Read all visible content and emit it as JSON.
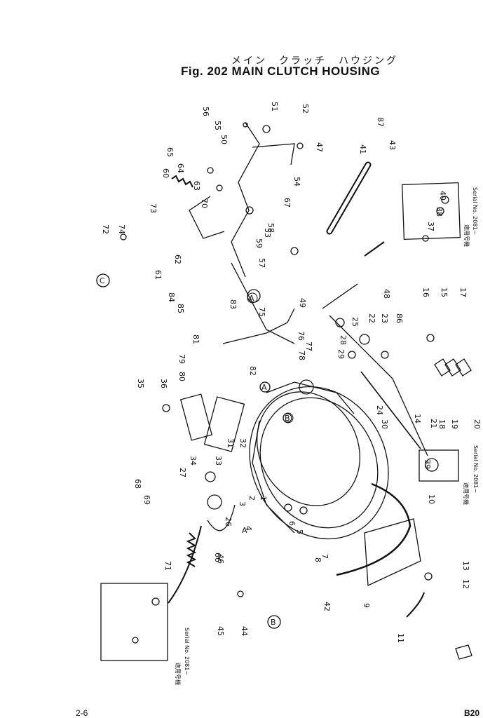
{
  "title_jp": "メイン　クラッチ　ハウジング",
  "title": "Fig. 202 MAIN CLUTCH HOUSING",
  "part_numbers": [
    "1",
    "2",
    "3",
    "4",
    "5",
    "6",
    "7",
    "8",
    "9",
    "10",
    "11",
    "12",
    "13",
    "14",
    "15",
    "16",
    "17",
    "18",
    "19",
    "20",
    "21",
    "22",
    "23",
    "24",
    "25",
    "26",
    "27",
    "28",
    "29",
    "30",
    "31",
    "32",
    "33",
    "34",
    "35",
    "36",
    "37",
    "38",
    "39",
    "40",
    "41",
    "42",
    "43",
    "44",
    "45",
    "46",
    "47",
    "48",
    "49",
    "50",
    "51",
    "52",
    "53",
    "54",
    "55",
    "56",
    "57",
    "58",
    "59",
    "60",
    "61",
    "62",
    "63",
    "64",
    "65",
    "66",
    "67",
    "68",
    "69",
    "70",
    "71",
    "72",
    "73",
    "74",
    "75",
    "76",
    "77",
    "78",
    "79",
    "80",
    "81",
    "82",
    "83",
    "84",
    "85",
    "86",
    "87"
  ],
  "ref_markers": [
    "A",
    "A",
    "A",
    "B",
    "B",
    "C"
  ],
  "inset_labels": {
    "serial_note": "Serial No. 2081~",
    "applicability": "適用号機"
  },
  "footer": {
    "left": "2-6",
    "right": "B20"
  }
}
